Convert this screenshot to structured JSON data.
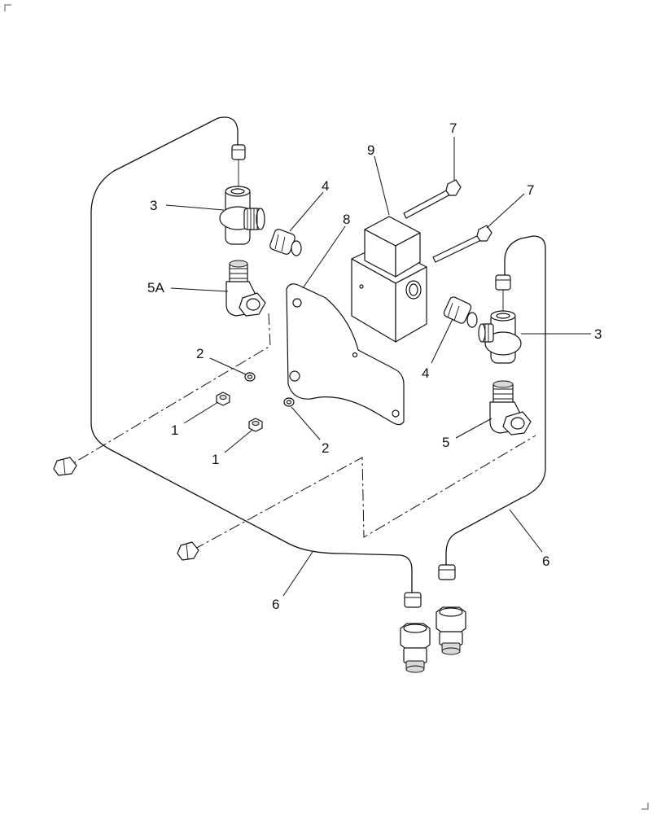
{
  "callouts": {
    "c1a": "1",
    "c1b": "1",
    "c2a": "2",
    "c2b": "2",
    "c3a": "3",
    "c3b": "3",
    "c4a": "4",
    "c4b": "4",
    "c5": "5",
    "c5a": "5A",
    "c6a": "6",
    "c6b": "6",
    "c7a": "7",
    "c7b": "7",
    "c8": "8",
    "c9": "9"
  }
}
